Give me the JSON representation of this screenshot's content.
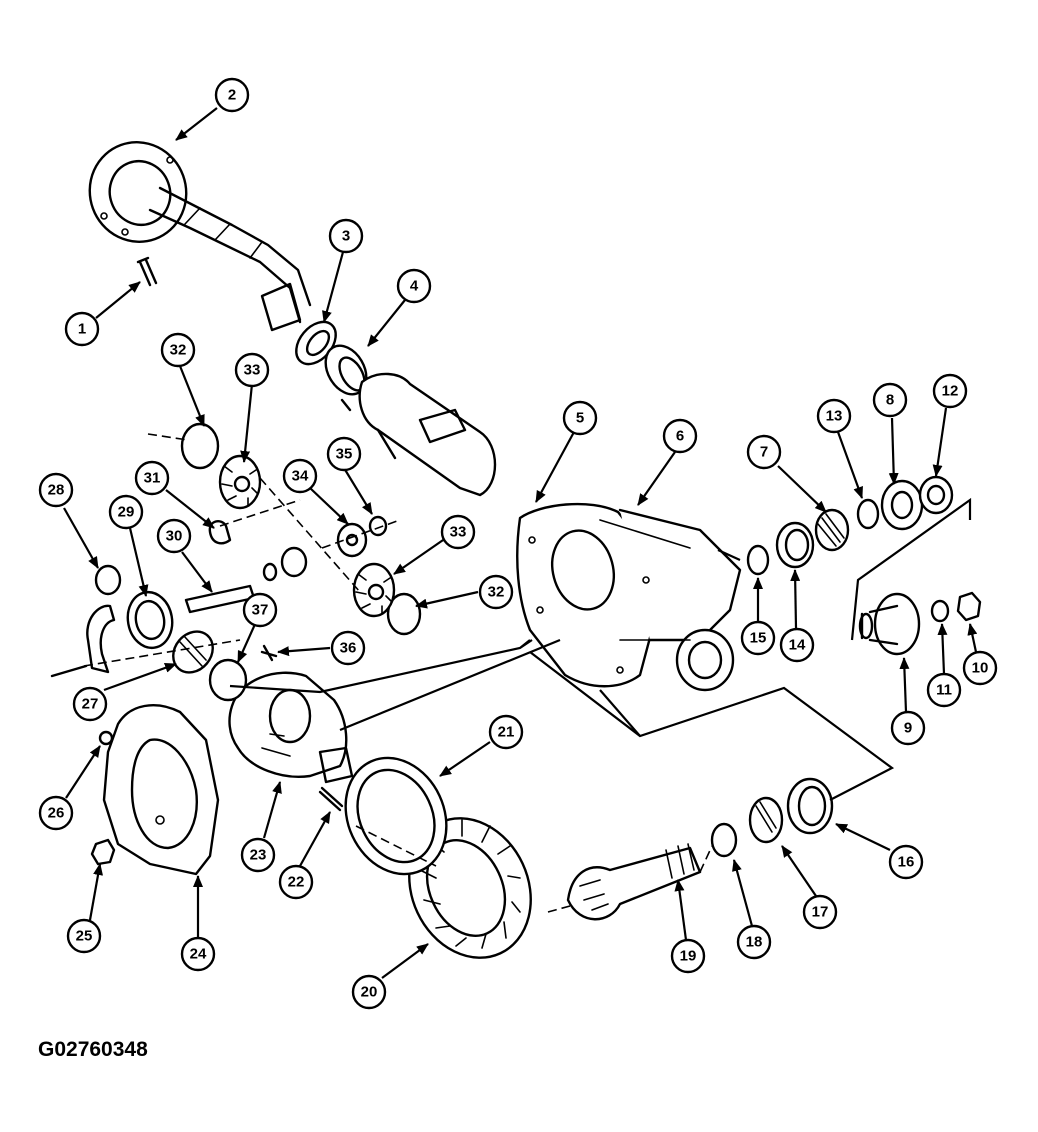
{
  "figure_code": "G02760348",
  "callouts": [
    "1",
    "2",
    "3",
    "4",
    "5",
    "6",
    "7",
    "8",
    "9",
    "10",
    "11",
    "12",
    "13",
    "14",
    "15",
    "16",
    "17",
    "18",
    "19",
    "20",
    "21",
    "22",
    "23",
    "24",
    "25",
    "26",
    "27",
    "28",
    "29",
    "30",
    "31",
    "32",
    "32",
    "33",
    "33",
    "34",
    "35",
    "36",
    "37"
  ]
}
